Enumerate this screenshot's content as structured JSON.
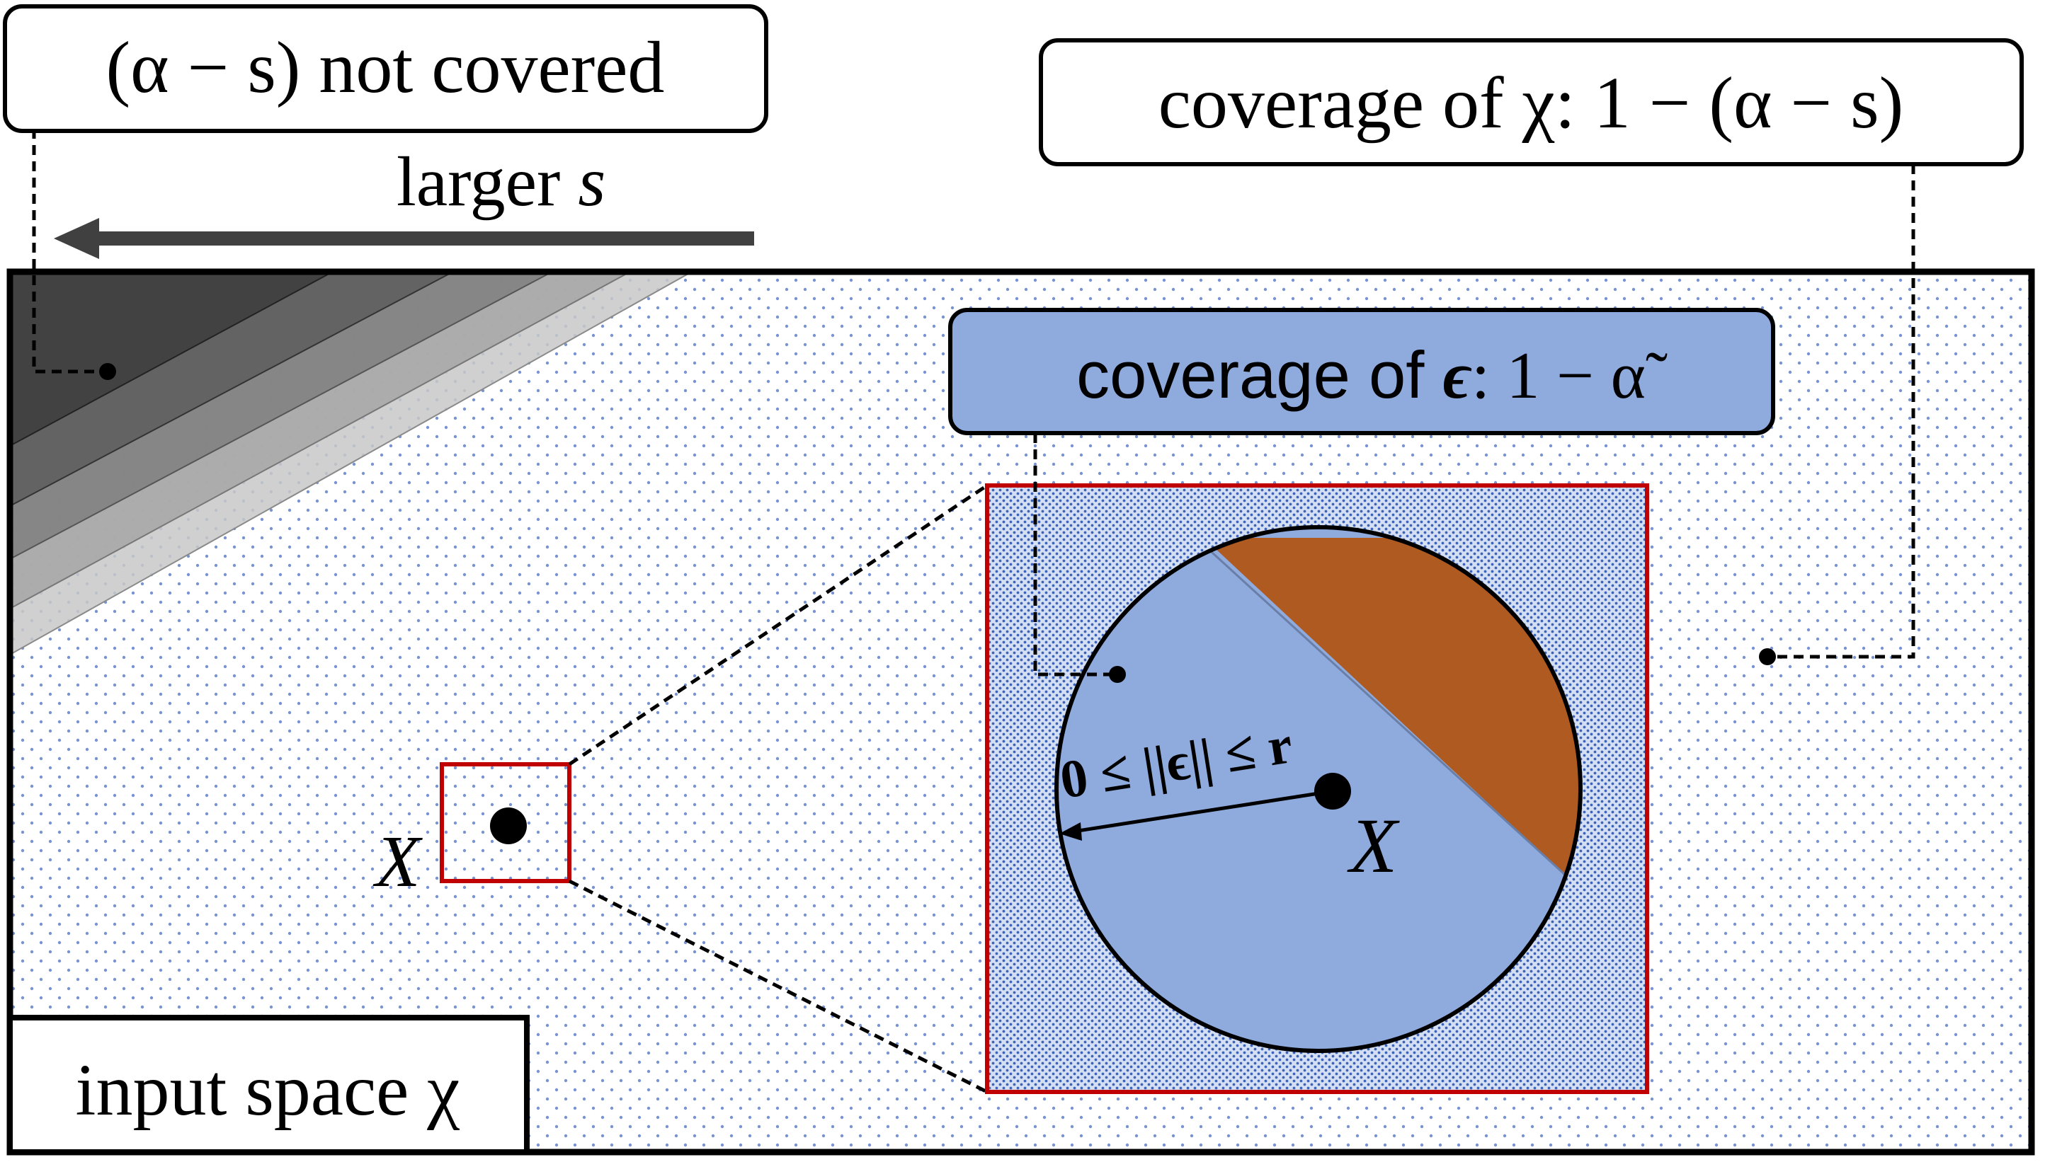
{
  "labels": {
    "not_covered": "(α − s) not covered",
    "larger_s_word": "larger",
    "larger_s_var": "s",
    "coverage_chi": "coverage of χ: 1 − (α − s)",
    "coverage_eps_pre": "coverage of",
    "coverage_eps_var": "ϵ",
    "coverage_eps_post": ": 1 − α̃",
    "radius_label": "0 ≤ ||ϵ|| ≤ r",
    "point_x_small": "X",
    "point_x_large": "X",
    "input_space": "input space χ"
  },
  "colors": {
    "dot_pattern": "#4a6fc1",
    "circle_fill": "#8faadc",
    "wedge_fill": "#ae5a21",
    "red_frame": "#c00000",
    "eps_box_fill": "#8faadc",
    "arrow": "#404040",
    "shade_1": "#3f3f3f",
    "shade_2": "#5f5f5f",
    "shade_3": "#7f7f7f",
    "shade_4": "#a6a6a6",
    "shade_5": "#c8c8c8"
  },
  "icons": {
    "arrow": "left-arrow-icon"
  }
}
